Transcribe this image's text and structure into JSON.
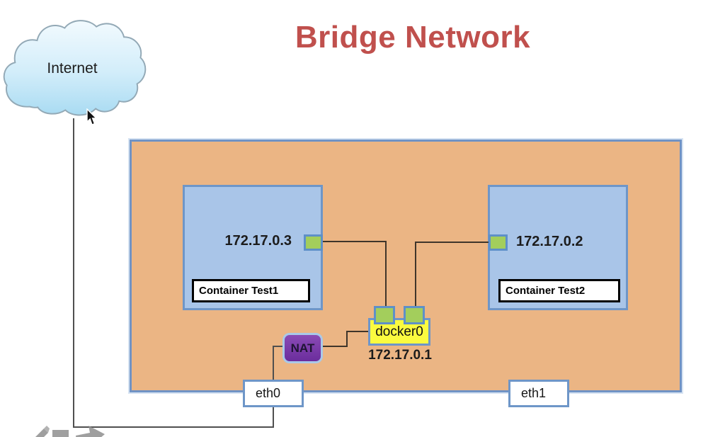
{
  "title": {
    "text": "Bridge Network"
  },
  "cloud": {
    "label": "Internet"
  },
  "host": {
    "containers": [
      {
        "name": "Container Test1",
        "ip": "172.17.0.3"
      },
      {
        "name": "Container Test2",
        "ip": "172.17.0.2"
      }
    ],
    "bridge": {
      "name": "docker0",
      "ip": "172.17.0.1"
    },
    "nat_label": "NAT",
    "eth0_label": "eth0",
    "eth1_label": "eth1"
  },
  "colors": {
    "title_red": "#C0504D",
    "host_fill": "#EBB584",
    "host_border": "#7093C5",
    "container_fill": "#A9C5E8",
    "container_border": "#6E96C8",
    "port_green": "#A3CE5C",
    "port_border": "#5E90C8",
    "bridge_yellow": "#FBFB3F",
    "nat_purple": "#7233A3",
    "nat_border": "#A9C9E8",
    "cloud_fill_top": "#EAF6FD",
    "cloud_fill_bottom": "#ABDCF2",
    "wire_dark": "#3F352A",
    "wire_gray": "#4F4F4F"
  },
  "icons": {
    "cursor": "mouse-cursor",
    "bottom_tools": [
      "pen-icon",
      "shape-icon",
      "arrow-icon"
    ]
  }
}
